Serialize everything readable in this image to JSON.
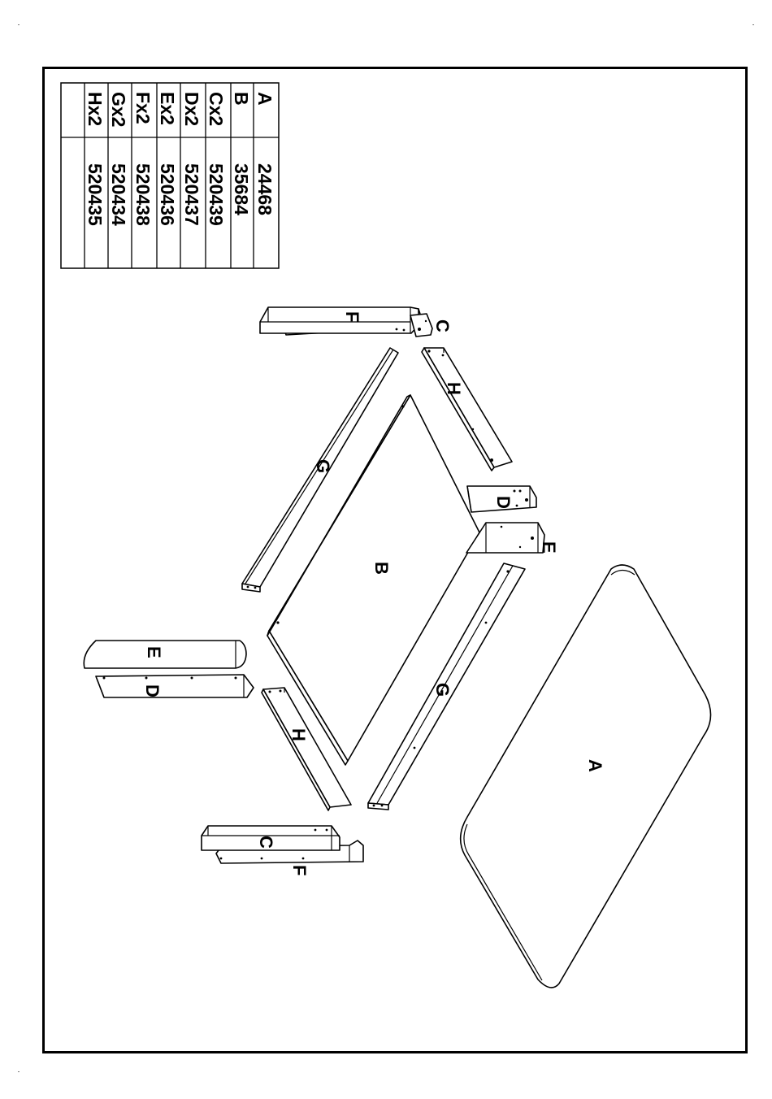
{
  "parts_table": [
    {
      "part": "A",
      "code": "24468"
    },
    {
      "part": "B",
      "code": "35684"
    },
    {
      "part": "Cx2",
      "code": "520439"
    },
    {
      "part": "Dx2",
      "code": "520437"
    },
    {
      "part": "Ex2",
      "code": "520436"
    },
    {
      "part": "Fx2",
      "code": "520438"
    },
    {
      "part": "Gx2",
      "code": "520434"
    },
    {
      "part": "Hx2",
      "code": "520435"
    },
    {
      "part": "",
      "code": ""
    }
  ],
  "labels": {
    "A": "A",
    "B": "B",
    "C_top": "C",
    "C_bottom": "C",
    "D_right": "D",
    "D_left": "D",
    "E_right": "E",
    "E_left": "E",
    "F_top": "F",
    "F_bottom": "F",
    "G_top": "G",
    "G_bottom": "G",
    "H_top": "H",
    "H_bottom": "H"
  }
}
